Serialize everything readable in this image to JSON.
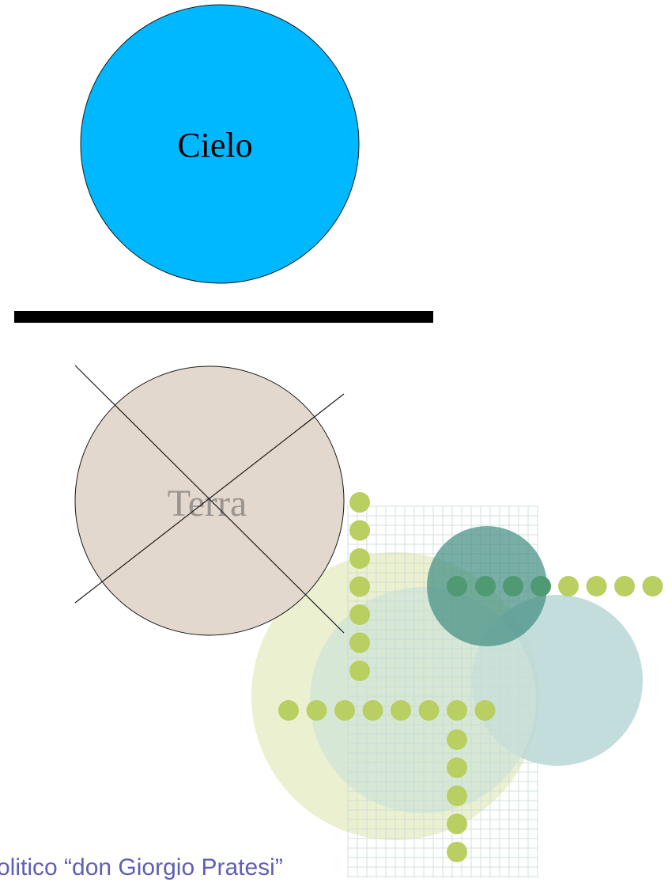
{
  "diagram": {
    "sky": {
      "label": "Cielo",
      "fill": "#00b8ff"
    },
    "earth": {
      "label": "Terra",
      "fill": "#e2d8cd",
      "label_color": "#9a9590"
    },
    "divider_color": "#000000"
  },
  "decoration": {
    "dot_color": "#b9cf62",
    "dark_circle_color": "#3f8c80",
    "light_teal_color": "#b9d6d6",
    "pale_green_color": "#e9eecb"
  },
  "footer": {
    "text": "olitico “don Giorgio Pratesi”"
  }
}
